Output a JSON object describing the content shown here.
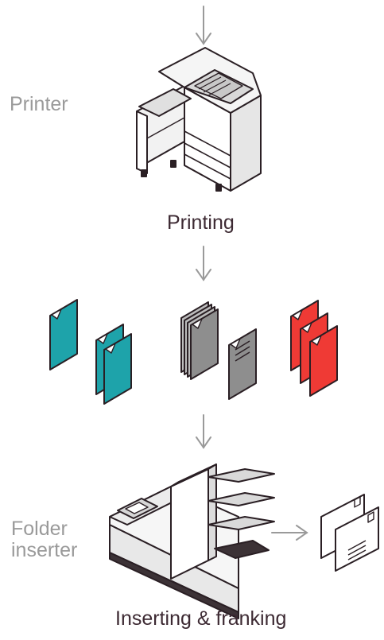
{
  "labels": {
    "printer": "Printer",
    "printing": "Printing",
    "folder_inserter_line1": "Folder",
    "folder_inserter_line2": "inserter",
    "inserting": "Inserting & franking"
  },
  "colors": {
    "teal": "#1ea3aa",
    "gray_doc": "#8e8e8e",
    "red": "#ef3a35",
    "outline": "#2a1f24",
    "arrow": "#9a9a9a",
    "side_label": "#9a9a9a",
    "step_label": "#3d2a33"
  },
  "icons": [
    "down-arrow-icon",
    "printer-icon",
    "document-icon",
    "folder-inserter-icon",
    "envelope-icon",
    "right-arrow-icon"
  ]
}
